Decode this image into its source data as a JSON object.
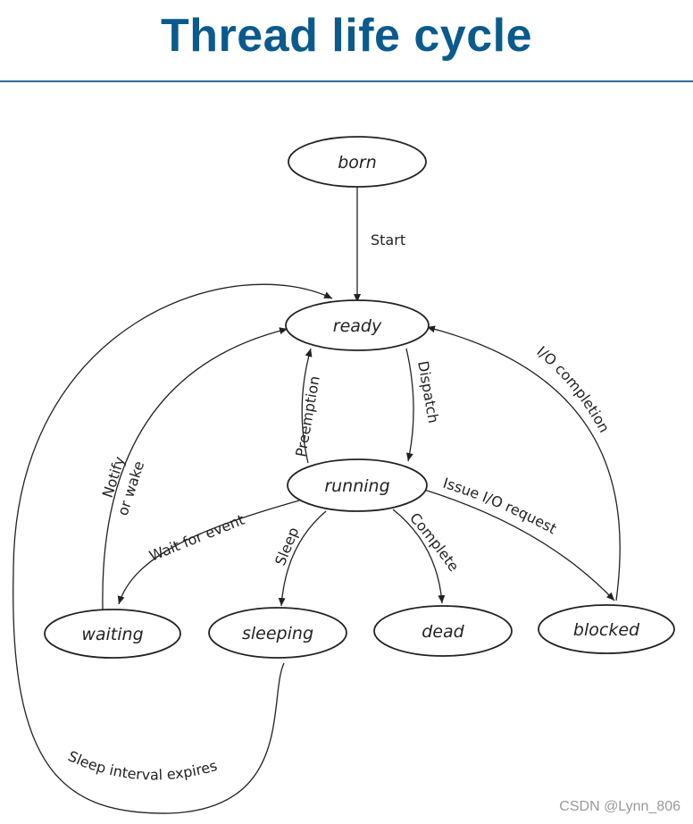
{
  "title": "Thread life cycle",
  "states": {
    "born": "born",
    "ready": "ready",
    "running": "running",
    "waiting": "waiting",
    "sleeping": "sleeping",
    "dead": "dead",
    "blocked": "blocked"
  },
  "transitions": {
    "start": "Start",
    "dispatch": "Dispatch",
    "preemption": "Preemption",
    "notify_or_wake_line1": "Notify",
    "notify_or_wake_line2": "or wake",
    "io_completion": "I/O completion",
    "wait_for_event": "Wait for event",
    "sleep": "Sleep",
    "complete": "Complete",
    "issue_io_request": "Issue I/O request",
    "sleep_interval_expires": "Sleep interval expires"
  },
  "watermark": "CSDN @Lynn_806"
}
